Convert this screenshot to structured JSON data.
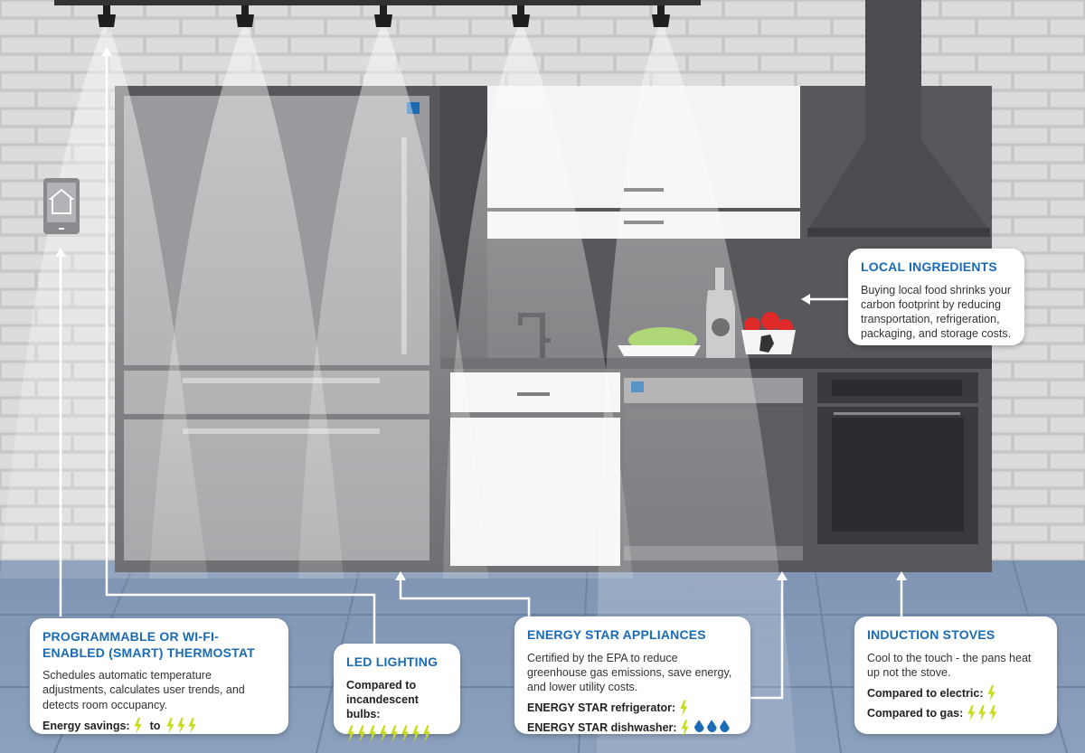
{
  "colors": {
    "accent": "#1a6bb3",
    "bolt": "#c8dc1e",
    "wall": "#d6d6d8",
    "floor": "#7d93b2"
  },
  "icons": {
    "thermostat": "smart-home-wifi-icon",
    "savings": "lightning-bolt-icon",
    "water": "water-drop-icon"
  },
  "cards": {
    "thermostat": {
      "title": "PROGRAMMABLE OR WI-FI-ENABLED (SMART) THERMOSTAT",
      "body": "Schedules automatic temperature adjustments, calculates user trends, and detects room occupancy.",
      "savings_label": "Energy savings:",
      "savings_from": 1,
      "to_label": "to",
      "savings_to": 3
    },
    "led": {
      "title": "LED LIGHTING",
      "compare_label": "Compared to incandescent bulbs:",
      "bolts": 8
    },
    "energy_star": {
      "title": "ENERGY STAR APPLIANCES",
      "body": "Certified by the EPA to reduce greenhouse gas emissions, save energy, and lower utility costs.",
      "fridge_label": "ENERGY STAR refrigerator:",
      "fridge_bolts": 1,
      "dishwasher_label": "ENERGY STAR dishwasher:",
      "dishwasher_bolts": 1,
      "dishwasher_drops": 3
    },
    "induction": {
      "title": "INDUCTION STOVES",
      "body": "Cool to the touch - the pans heat up not the stove.",
      "electric_label": "Compared to electric:",
      "electric_bolts": 1,
      "gas_label": "Compared to gas:",
      "gas_bolts": 3
    },
    "local": {
      "title": "LOCAL INGREDIENTS",
      "body": "Buying local food shrinks your carbon footprint by reducing transportation, refrigeration, packaging, and storage costs."
    }
  }
}
